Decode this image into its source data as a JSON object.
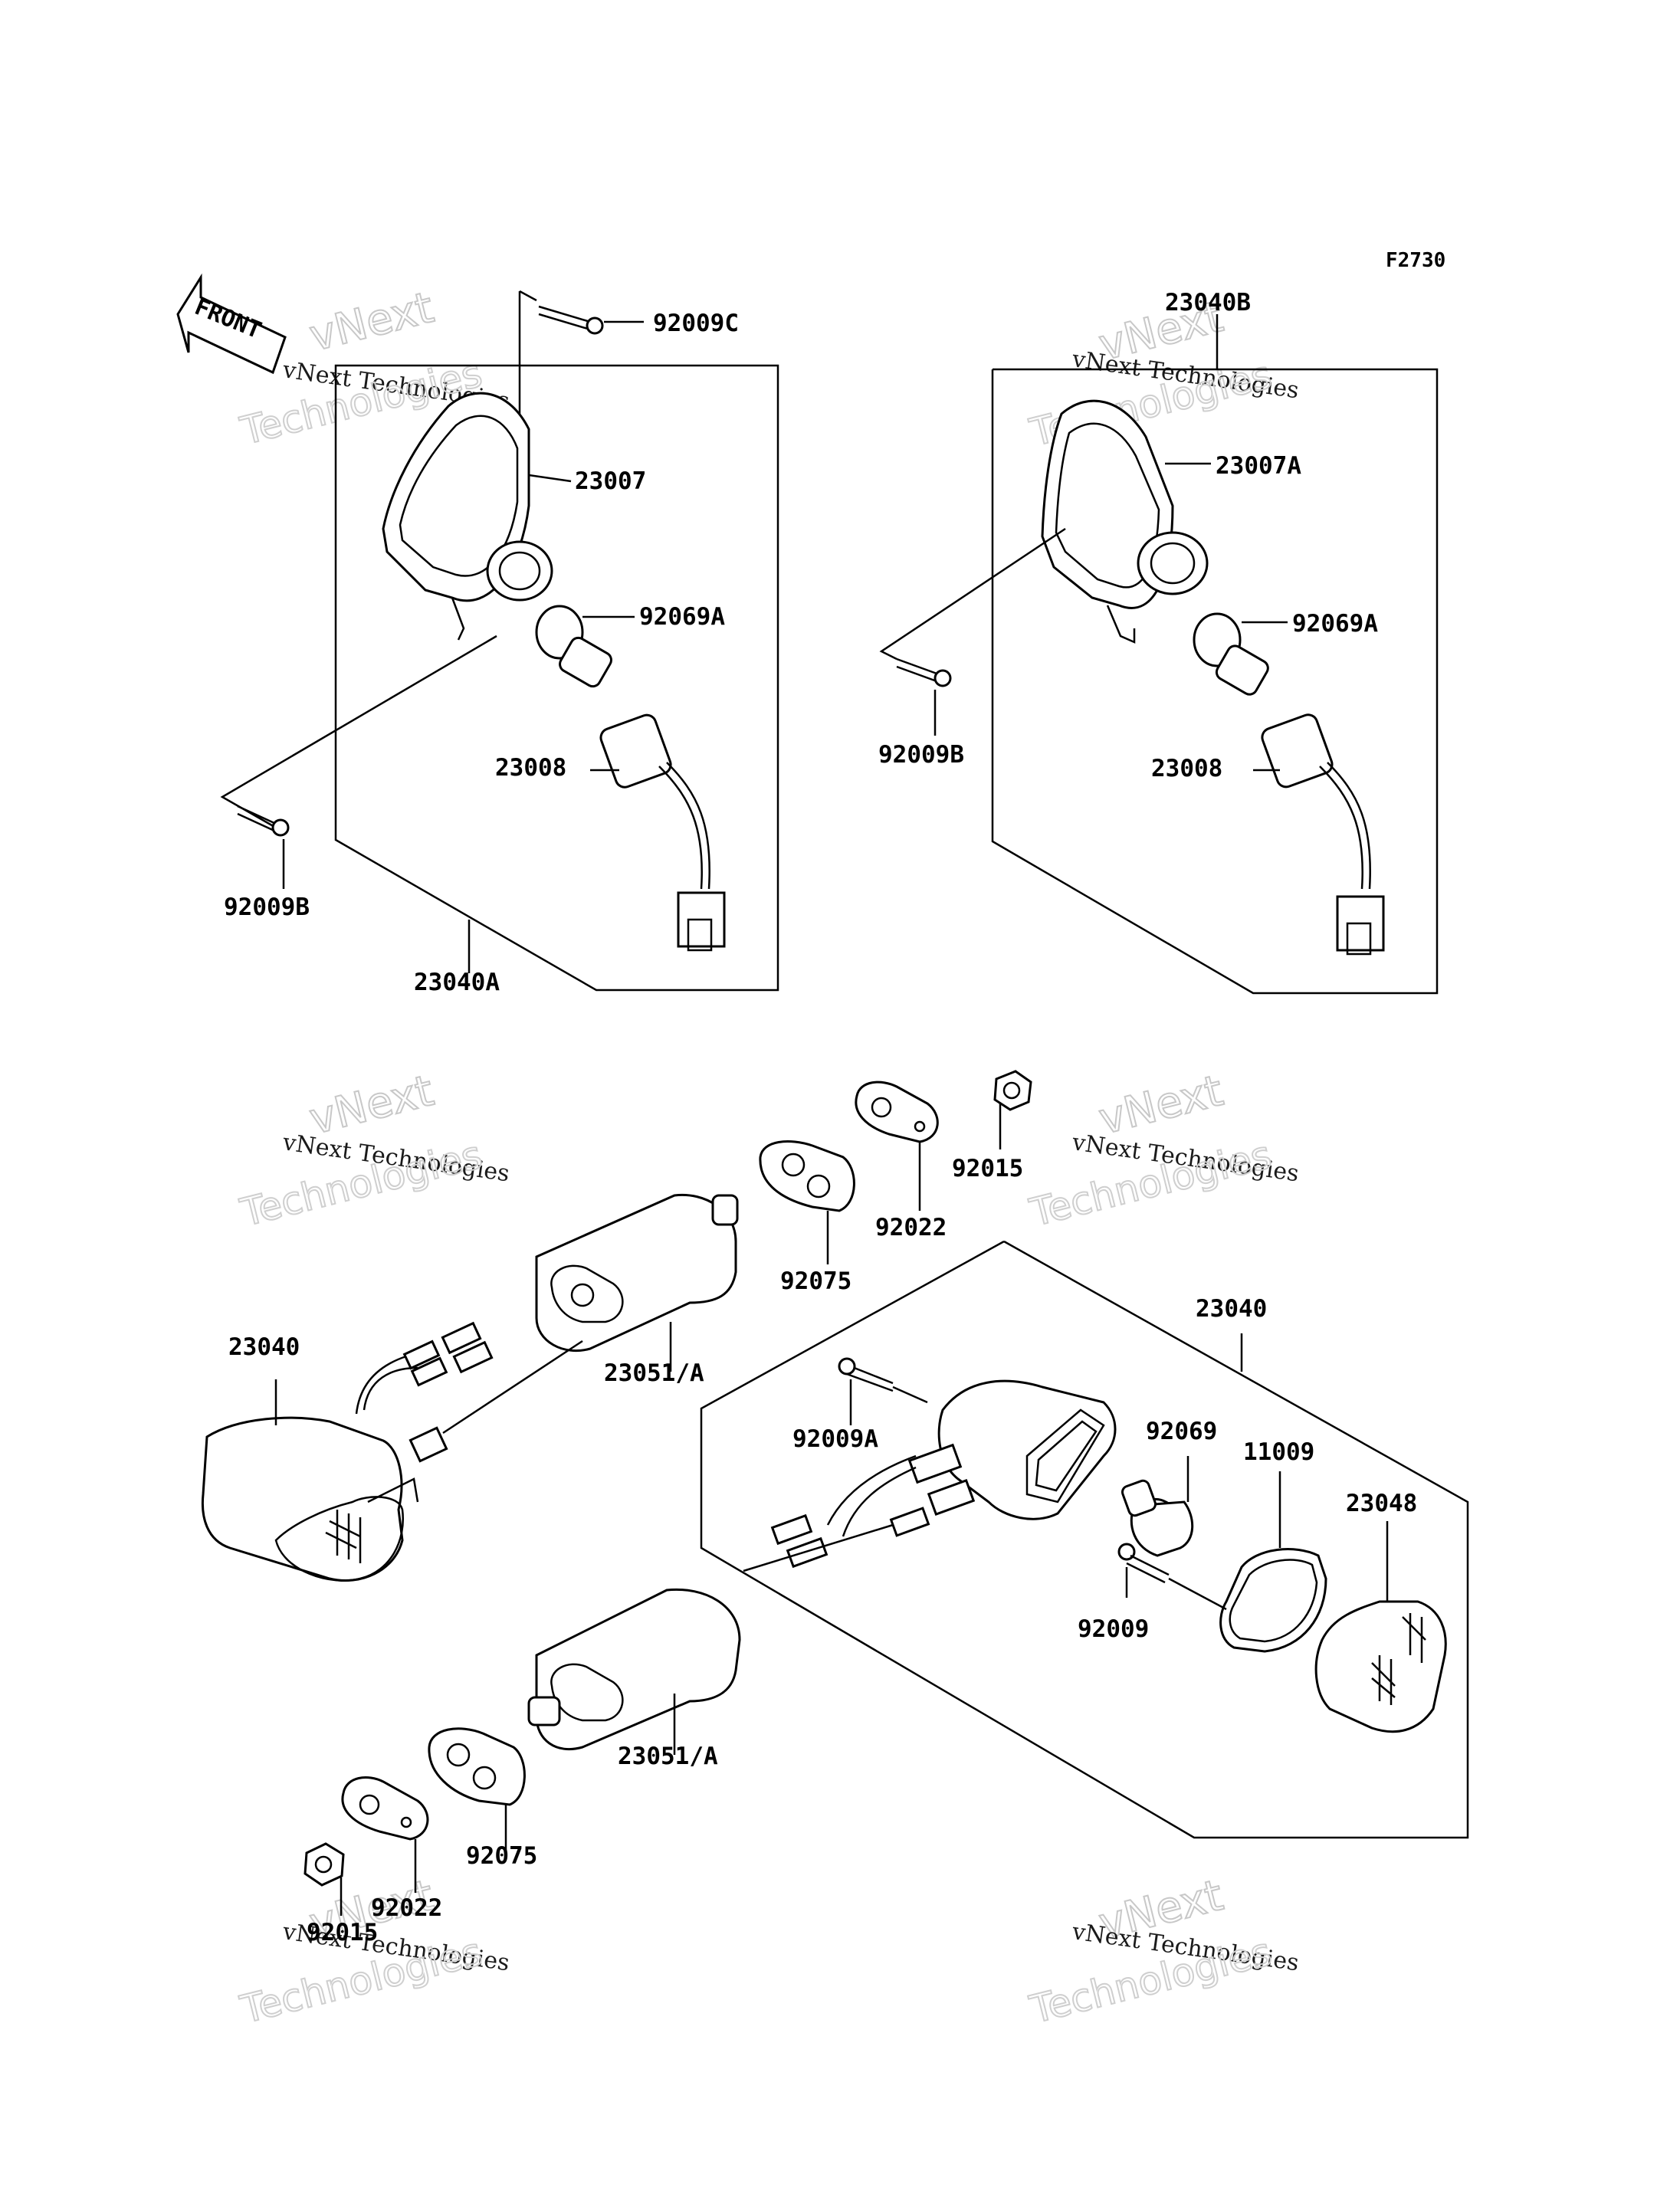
{
  "diagram_code": "F2730",
  "front_label": "FRONT",
  "watermark": {
    "line1": "vNext",
    "line2": "vNext Technologies",
    "line3": "Technologies"
  },
  "labels": {
    "p92009C": "92009C",
    "p23040B": "23040B",
    "p23007": "23007",
    "p23007A": "23007A",
    "p92069A_l": "92069A",
    "p92069A_r": "92069A",
    "p23008_l": "23008",
    "p23008_r": "23008",
    "p92009B_l": "92009B",
    "p92009B_r": "92009B",
    "p23040A": "23040A",
    "p92015_t": "92015",
    "p92022_t": "92022",
    "p92075_t": "92075",
    "p23040_l": "23040",
    "p23051_t": "23051/A",
    "p23040_r": "23040",
    "p92009A": "92009A",
    "p92069": "92069",
    "p11009": "11009",
    "p23048": "23048",
    "p92009": "92009",
    "p23051_b": "23051/A",
    "p92075_b": "92075",
    "p92022_b": "92022",
    "p92015_b": "92015"
  }
}
